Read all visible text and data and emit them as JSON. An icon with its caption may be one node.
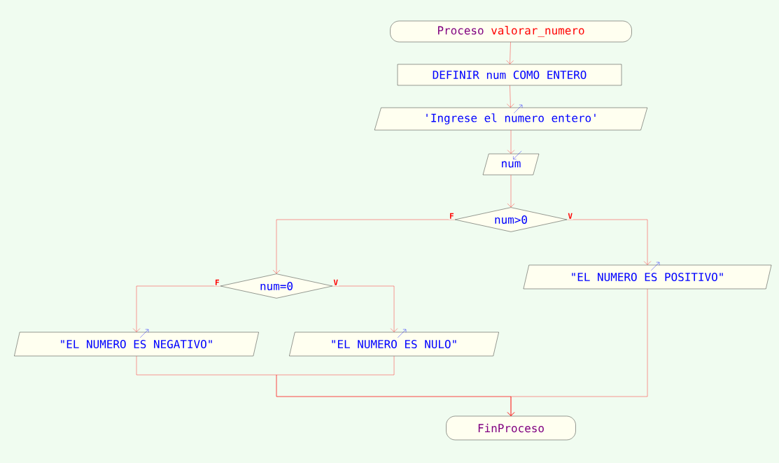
{
  "diagram": {
    "nodes": [
      {
        "text": [
          "Proceso",
          "valorar_numero"
        ]
      },
      {
        "text": [
          "DEFINIR num COMO ENTERO"
        ]
      },
      {
        "text": [
          "'Ingrese el numero entero'"
        ]
      },
      {
        "text": [
          "num"
        ]
      },
      {
        "text": [
          "num>0"
        ]
      },
      {
        "text": [
          "num=0"
        ]
      },
      {
        "text": [
          "\"EL NUMERO ES NEGATIVO\""
        ]
      },
      {
        "text": [
          "\"EL NUMERO ES NULO\""
        ]
      },
      {
        "text": [
          "\"EL NUMERO ES POSITIVO\""
        ]
      },
      {
        "text": [
          "FinProceso"
        ]
      }
    ],
    "edges": [
      {
        "from": 0,
        "to": 1,
        "arrow": "to"
      },
      {
        "from": 1,
        "to": 2,
        "arrow": "to"
      },
      {
        "from": 2,
        "to": 3,
        "arrow": "to"
      },
      {
        "from": 3,
        "to": 4,
        "arrow": "to"
      },
      {
        "from": 4,
        "to": 5,
        "arrow": "to",
        "label": "F"
      },
      {
        "from": 4,
        "to": 8,
        "arrow": "to",
        "label": "V"
      },
      {
        "from": 5,
        "to": 6,
        "arrow": "to",
        "label": "F"
      },
      {
        "from": 5,
        "to": 7,
        "arrow": "to",
        "label": "V"
      },
      {
        "from": 6,
        "to": 9,
        "arrow": "to"
      },
      {
        "from": 7,
        "to": 9,
        "arrow": "to"
      },
      {
        "from": 8,
        "to": 9,
        "arrow": "to"
      }
    ]
  }
}
